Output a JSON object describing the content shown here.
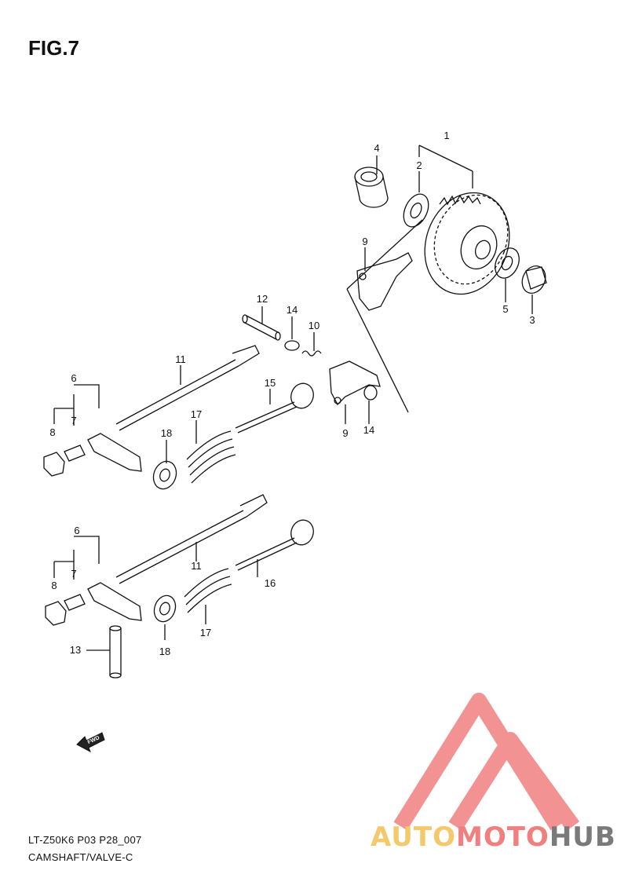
{
  "figure": {
    "title": "FIG.7",
    "code": "LT-Z50K6 P03 P28_007",
    "name": "CAMSHAFT/VALVE-C"
  },
  "callouts": [
    "1",
    "2",
    "3",
    "4",
    "5",
    "6",
    "7",
    "8",
    "9",
    "10",
    "11",
    "12",
    "13",
    "14",
    "15",
    "16",
    "17",
    "18"
  ],
  "fwd_label": "FWD",
  "watermark": {
    "part1": "AUTO",
    "part2": "MOTO",
    "part3": "HUB",
    "colors": {
      "orange": "#f4c96b",
      "red": "#f08080",
      "gray": "#7a7a7a"
    }
  }
}
